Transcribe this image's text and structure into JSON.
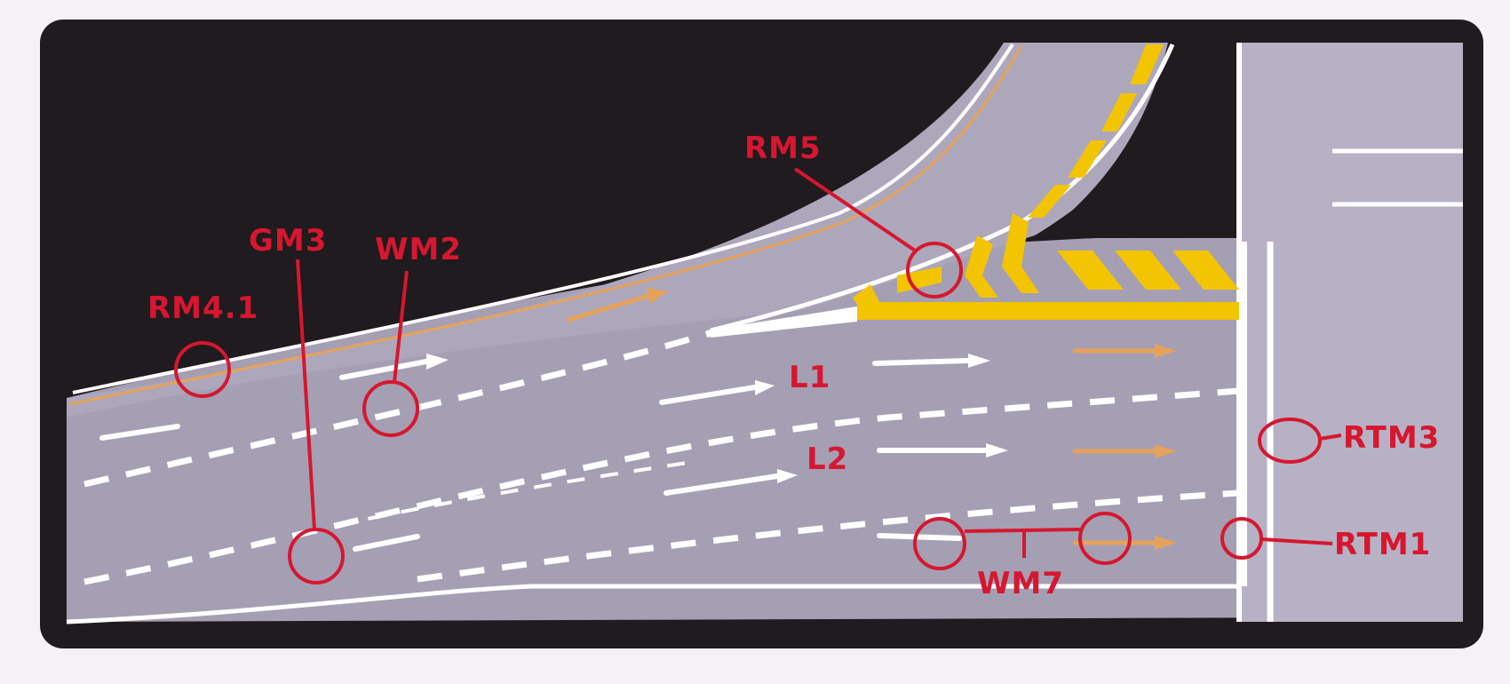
{
  "colors": {
    "frame": "#201b1e",
    "road": "#a59fb4",
    "road_light": "#b7b1c5",
    "white_marking": "#ffffff",
    "yellow_marking": "#f3c400",
    "orange_arrow": "#e6a25a",
    "annotation": "#d6172f"
  },
  "annotations": {
    "rm5": "RM5",
    "gm3": "GM3",
    "wm2": "WM2",
    "rm4_1": "RM4.1",
    "l1": "L1",
    "l2": "L2",
    "rtm3": "RTM3",
    "rtm1": "RTM1",
    "wm7": "WM7"
  },
  "icons": {
    "lane_arrow": "lane-arrow-icon",
    "chevron": "chevron-hatch-icon"
  }
}
